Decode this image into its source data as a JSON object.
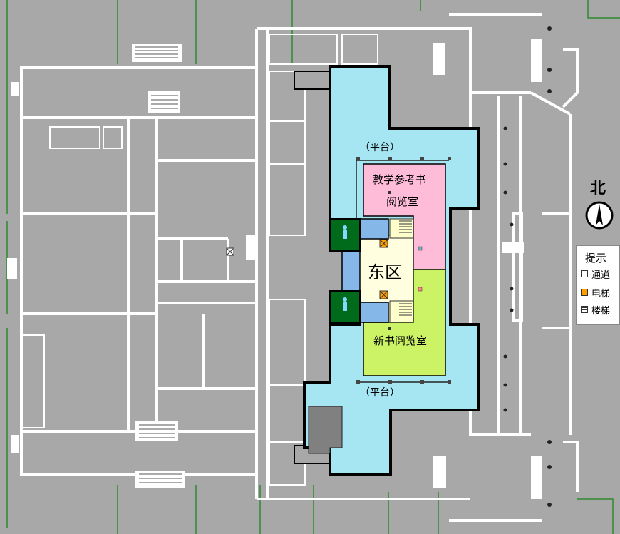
{
  "map": {
    "zone_label": "东区",
    "rooms": {
      "teaching_reference": {
        "name_line1": "教学参考书",
        "name_line2": "阅览室",
        "color": "#ffbcd9"
      },
      "new_books": {
        "name": "新书阅览室",
        "color": "#ccf366"
      },
      "platform_north": {
        "name": "（平台）"
      },
      "platform_south": {
        "name": "（平台）"
      }
    },
    "colors": {
      "background": "#a8a8a8",
      "walls": "#ffffff",
      "platform": "#a6e6f3",
      "lobby": "#ffffe0",
      "stairwell": "#ffffcc",
      "side_rooms": "#85b8e8",
      "restroom": "#006b1b",
      "elevator": "#ffa000",
      "occupied": "#808080",
      "outline": "#000000"
    }
  },
  "compass": {
    "label": "北"
  },
  "legend": {
    "title": "提示",
    "items": [
      {
        "label": "通道",
        "icon": "passage-swatch"
      },
      {
        "label": "电梯",
        "icon": "elevator-swatch"
      },
      {
        "label": "楼梯",
        "icon": "stairs-swatch"
      }
    ]
  }
}
